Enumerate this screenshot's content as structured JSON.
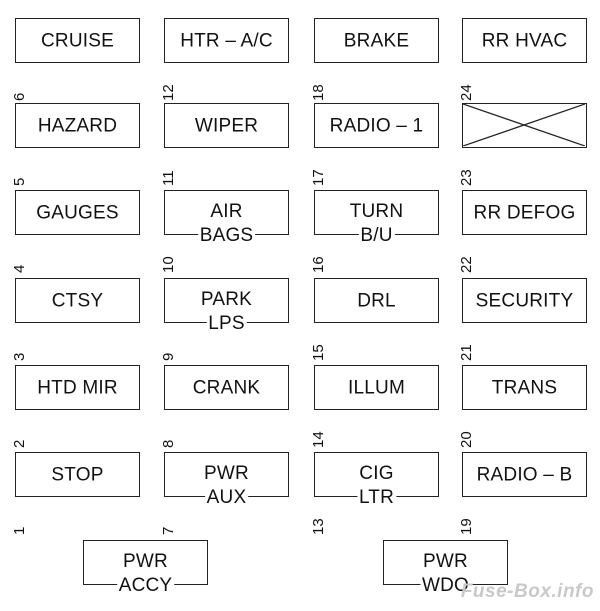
{
  "fuses": [
    {
      "num": "6",
      "lines": [
        "CRUISE"
      ]
    },
    {
      "num": "5",
      "lines": [
        "HAZARD"
      ]
    },
    {
      "num": "4",
      "lines": [
        "GAUGES"
      ]
    },
    {
      "num": "3",
      "lines": [
        "CTSY"
      ]
    },
    {
      "num": "2",
      "lines": [
        "HTD MIR"
      ]
    },
    {
      "num": "1",
      "lines": [
        "STOP"
      ]
    },
    {
      "num": "12",
      "lines": [
        "HTR – A/C"
      ]
    },
    {
      "num": "11",
      "lines": [
        "WIPER"
      ]
    },
    {
      "num": "10",
      "lines": [
        "AIR",
        "BAGS"
      ]
    },
    {
      "num": "9",
      "lines": [
        "PARK",
        "LPS"
      ]
    },
    {
      "num": "8",
      "lines": [
        "CRANK"
      ]
    },
    {
      "num": "7",
      "lines": [
        "PWR",
        "AUX"
      ]
    },
    {
      "num": "18",
      "lines": [
        "BRAKE"
      ]
    },
    {
      "num": "17",
      "lines": [
        "RADIO – 1"
      ]
    },
    {
      "num": "16",
      "lines": [
        "TURN",
        "B/U"
      ]
    },
    {
      "num": "15",
      "lines": [
        "DRL"
      ]
    },
    {
      "num": "14",
      "lines": [
        "ILLUM"
      ]
    },
    {
      "num": "13",
      "lines": [
        "CIG",
        "LTR"
      ]
    },
    {
      "num": "24",
      "lines": [
        "RR HVAC"
      ]
    },
    {
      "num": "23",
      "lines": [],
      "empty": true
    },
    {
      "num": "22",
      "lines": [
        "RR DEFOG"
      ]
    },
    {
      "num": "21",
      "lines": [
        "SECURITY"
      ]
    },
    {
      "num": "20",
      "lines": [
        "TRANS"
      ]
    },
    {
      "num": "19",
      "lines": [
        "RADIO – B"
      ]
    },
    {
      "num": "",
      "lines": [
        "PWR",
        "ACCY"
      ]
    },
    {
      "num": "",
      "lines": [
        "PWR",
        "WDO"
      ]
    }
  ],
  "watermark": "Fuse-Box.info"
}
